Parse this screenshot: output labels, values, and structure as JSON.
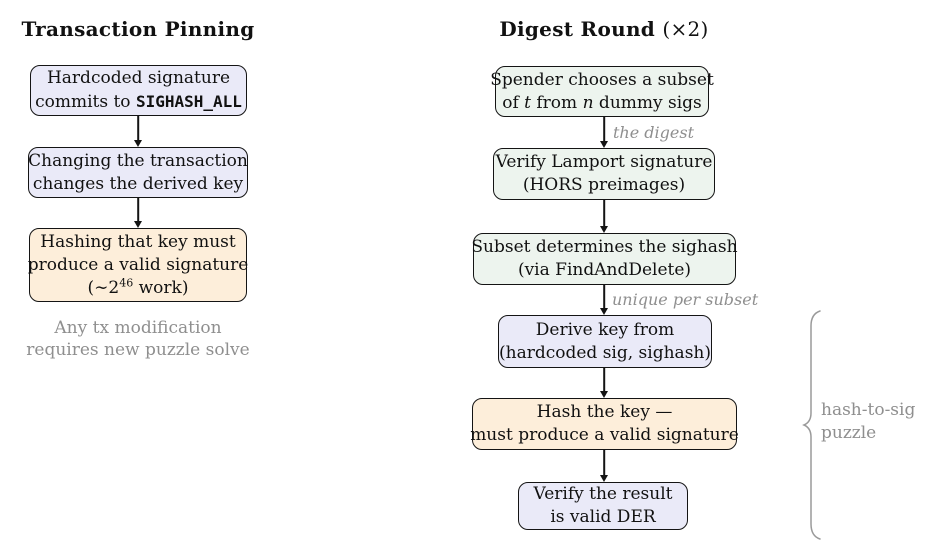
{
  "left": {
    "title": "Transaction Pinning",
    "box_hardcoded": {
      "line1": "Hardcoded signature",
      "line2_text": "commits to ",
      "line2_code": "SIGHASH_ALL"
    },
    "box_changing": {
      "line1": "Changing the transaction",
      "line2": "changes the derived key"
    },
    "box_hashing": {
      "line1": "Hashing that key must",
      "line2": "produce a valid signature",
      "line3_open": "(∼2",
      "line3_sup": "46",
      "line3_close": " work)"
    },
    "note": {
      "line1": "Any tx modification",
      "line2": "requires new puzzle solve"
    }
  },
  "right": {
    "title_main": "Digest Round",
    "title_suffix": "(×2)",
    "box_spender": {
      "line1": "Spender chooses a subset",
      "line2_a": "of ",
      "line2_t": "t",
      "line2_b": " from ",
      "line2_n": "n",
      "line2_c": " dummy sigs"
    },
    "label_digest": "the digest",
    "box_verify_lamport": {
      "line1": "Verify Lamport signature",
      "line2": "(HORS preimages)"
    },
    "box_subset": {
      "line1": "Subset determines the sighash",
      "line2": "(via FindAndDelete)"
    },
    "label_unique": "unique per subset",
    "box_derive": {
      "line1": "Derive key from",
      "line2": "(hardcoded sig, sighash)"
    },
    "box_hash_key": {
      "line1": "Hash the key —",
      "line2": "must produce a valid signature"
    },
    "box_verify_der": {
      "line1": "Verify the result",
      "line2": "is valid DER"
    },
    "brace_label": {
      "line1": "hash-to-sig",
      "line2": "puzzle"
    }
  },
  "colors": {
    "box_lavender": "#eaeaf8",
    "box_mint": "#edf4ee",
    "box_peach": "#fdeeda",
    "box_border": "#141414",
    "arrow": "#141414",
    "muted_text": "#8f8f8f",
    "background": "#ffffff"
  }
}
